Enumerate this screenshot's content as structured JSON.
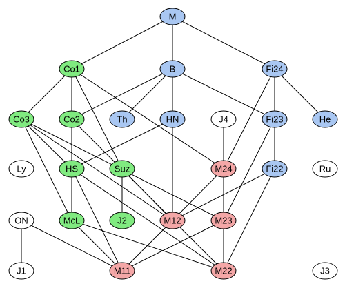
{
  "colors": {
    "monster_group": "#a9c7f2",
    "green_group": "#80ea80",
    "red_group": "#f4a7a7",
    "plain": "#ffffff"
  },
  "nodes": [
    {
      "id": "M",
      "label": "M",
      "group": "monster_group"
    },
    {
      "id": "Co1",
      "label": "Co1",
      "group": "green_group"
    },
    {
      "id": "B",
      "label": "B",
      "group": "monster_group"
    },
    {
      "id": "Fi24",
      "label": "Fi24",
      "group": "monster_group"
    },
    {
      "id": "Co3",
      "label": "Co3",
      "group": "green_group"
    },
    {
      "id": "Co2",
      "label": "Co2",
      "group": "green_group"
    },
    {
      "id": "Th",
      "label": "Th",
      "group": "monster_group"
    },
    {
      "id": "HN",
      "label": "HN",
      "group": "monster_group"
    },
    {
      "id": "J4",
      "label": "J4",
      "group": "plain"
    },
    {
      "id": "Fi23",
      "label": "Fi23",
      "group": "monster_group"
    },
    {
      "id": "He",
      "label": "He",
      "group": "monster_group"
    },
    {
      "id": "Ly",
      "label": "Ly",
      "group": "plain"
    },
    {
      "id": "HS",
      "label": "HS",
      "group": "green_group"
    },
    {
      "id": "Suz",
      "label": "Suz",
      "group": "green_group"
    },
    {
      "id": "M24",
      "label": "M24",
      "group": "red_group"
    },
    {
      "id": "Fi22",
      "label": "Fi22",
      "group": "monster_group"
    },
    {
      "id": "Ru",
      "label": "Ru",
      "group": "plain"
    },
    {
      "id": "ON",
      "label": "ON",
      "group": "plain"
    },
    {
      "id": "McL",
      "label": "McL",
      "group": "green_group"
    },
    {
      "id": "J2",
      "label": "J2",
      "group": "green_group"
    },
    {
      "id": "M12",
      "label": "M12",
      "group": "red_group"
    },
    {
      "id": "M23",
      "label": "M23",
      "group": "red_group"
    },
    {
      "id": "J1",
      "label": "J1",
      "group": "plain"
    },
    {
      "id": "M11",
      "label": "M11",
      "group": "red_group"
    },
    {
      "id": "M22",
      "label": "M22",
      "group": "red_group"
    },
    {
      "id": "J3",
      "label": "J3",
      "group": "plain"
    }
  ],
  "edges": [
    [
      "M",
      "Co1"
    ],
    [
      "M",
      "B"
    ],
    [
      "M",
      "Fi24"
    ],
    [
      "Co1",
      "Co3"
    ],
    [
      "Co1",
      "Co2"
    ],
    [
      "Co1",
      "Suz"
    ],
    [
      "Co1",
      "McL"
    ],
    [
      "Co1",
      "M24"
    ],
    [
      "B",
      "Co2"
    ],
    [
      "B",
      "Th"
    ],
    [
      "B",
      "HN"
    ],
    [
      "B",
      "Fi23"
    ],
    [
      "Fi24",
      "Fi23"
    ],
    [
      "Fi24",
      "He"
    ],
    [
      "Fi24",
      "M24"
    ],
    [
      "Co3",
      "HS"
    ],
    [
      "Co3",
      "McL"
    ],
    [
      "Co3",
      "M12"
    ],
    [
      "Co3",
      "M23"
    ],
    [
      "Co2",
      "HS"
    ],
    [
      "Co2",
      "McL"
    ],
    [
      "Co2",
      "M22"
    ],
    [
      "HN",
      "HS"
    ],
    [
      "HN",
      "M12"
    ],
    [
      "J4",
      "M24"
    ],
    [
      "Fi23",
      "Fi22"
    ],
    [
      "Fi23",
      "M23"
    ],
    [
      "HS",
      "M11"
    ],
    [
      "HS",
      "M22"
    ],
    [
      "Suz",
      "J2"
    ],
    [
      "Suz",
      "M12"
    ],
    [
      "M24",
      "M12"
    ],
    [
      "M24",
      "M23"
    ],
    [
      "Fi22",
      "M12"
    ],
    [
      "Fi22",
      "M22"
    ],
    [
      "ON",
      "J1"
    ],
    [
      "ON",
      "M11"
    ],
    [
      "McL",
      "M11"
    ],
    [
      "McL",
      "M22"
    ],
    [
      "M12",
      "M11"
    ],
    [
      "M23",
      "M11"
    ],
    [
      "M23",
      "M22"
    ]
  ]
}
